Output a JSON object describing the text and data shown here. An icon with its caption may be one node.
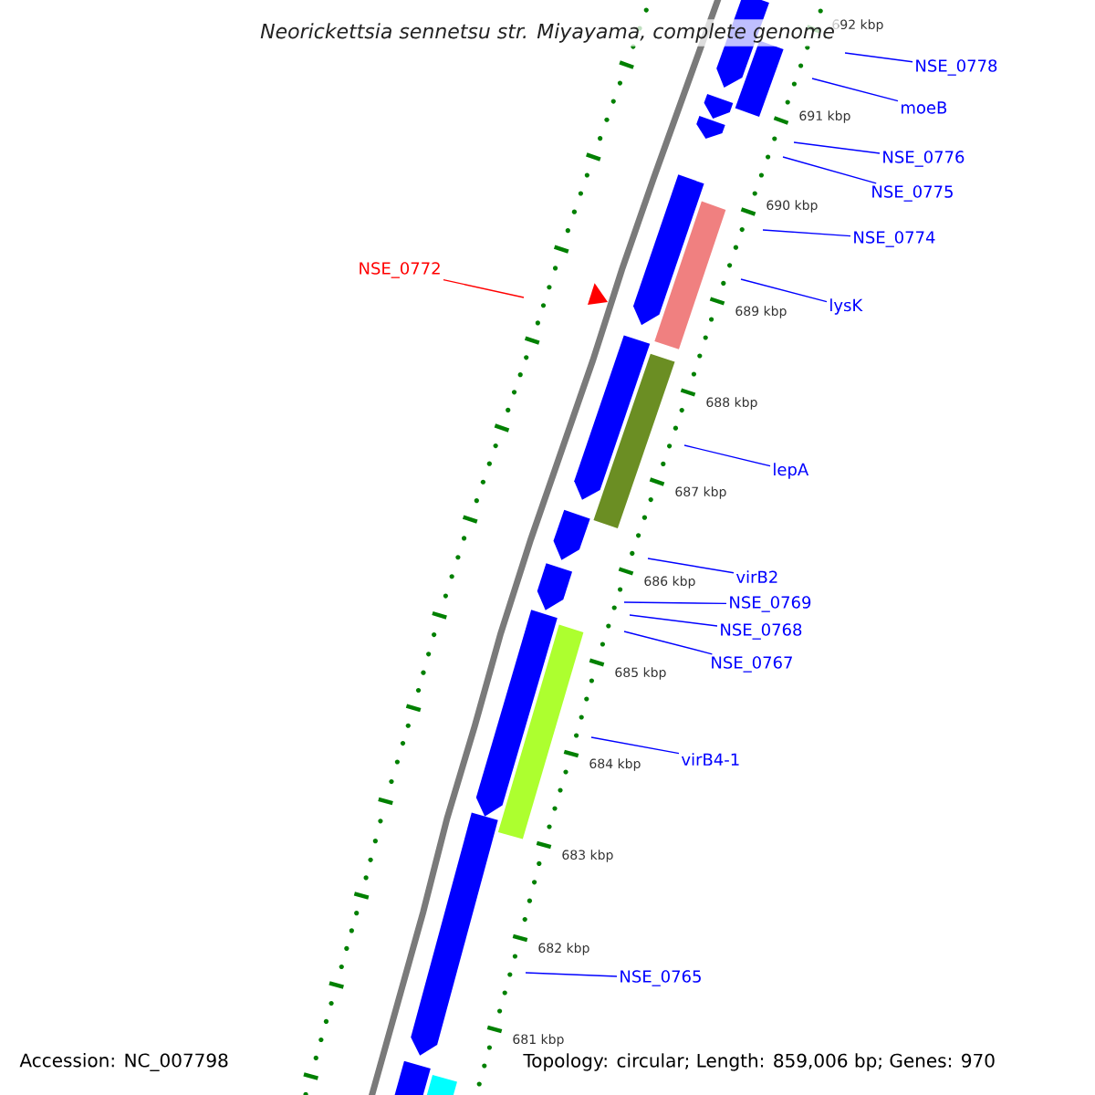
{
  "diagram": {
    "title": "Neorickettsia sennetsu str. Miyayama, complete genome",
    "nodes": [
      {
        "text": [
          "NSE_0778"
        ]
      },
      {
        "text": [
          "moeB"
        ]
      },
      {
        "text": [
          "NSE_0776"
        ]
      },
      {
        "text": [
          "NSE_0775"
        ]
      },
      {
        "text": [
          "NSE_0774"
        ]
      },
      {
        "text": [
          "NSE_0772"
        ]
      },
      {
        "text": [
          "lysK"
        ]
      },
      {
        "text": [
          "lepA"
        ]
      },
      {
        "text": [
          "virB2"
        ]
      },
      {
        "text": [
          "NSE_0769"
        ]
      },
      {
        "text": [
          "NSE_0768"
        ]
      },
      {
        "text": [
          "NSE_0767"
        ]
      },
      {
        "text": [
          "virB4-1"
        ]
      },
      {
        "text": [
          "NSE_0765"
        ]
      }
    ],
    "edges": [
      {
        "from": 0,
        "to": null,
        "arrow": "none"
      },
      {
        "from": 1,
        "to": null,
        "arrow": "none"
      },
      {
        "from": 2,
        "to": null,
        "arrow": "none"
      },
      {
        "from": 3,
        "to": null,
        "arrow": "none"
      },
      {
        "from": 4,
        "to": null,
        "arrow": "none"
      },
      {
        "from": 5,
        "to": null,
        "arrow": "none",
        "color": "#ff0000"
      },
      {
        "from": 6,
        "to": null,
        "arrow": "none"
      },
      {
        "from": 7,
        "to": null,
        "arrow": "none"
      },
      {
        "from": 8,
        "to": null,
        "arrow": "none"
      },
      {
        "from": 9,
        "to": null,
        "arrow": "none"
      },
      {
        "from": 10,
        "to": null,
        "arrow": "none"
      },
      {
        "from": 11,
        "to": null,
        "arrow": "none"
      },
      {
        "from": 12,
        "to": null,
        "arrow": "none"
      },
      {
        "from": 13,
        "to": null,
        "arrow": "none"
      }
    ],
    "labels": [
      "692 kbp",
      "691 kbp",
      "690 kbp",
      "689 kbp",
      "688 kbp",
      "687 kbp",
      "686 kbp",
      "685 kbp",
      "684 kbp",
      "683 kbp",
      "682 kbp",
      "681 kbp",
      "Accession: NC_007798",
      "Topology: circular; Length: 859,006 bp; Genes: 970"
    ]
  }
}
